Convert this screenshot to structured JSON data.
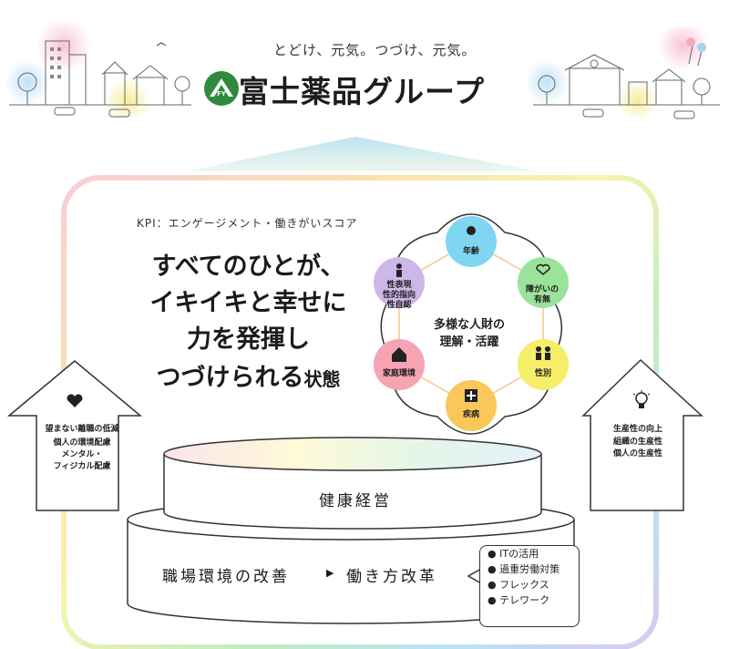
{
  "header": {
    "tagline": "とどけ、元気。つづけ、元気。",
    "brand": "富士薬品グループ",
    "logo_text": "FY"
  },
  "kpi": "KPI：エンゲージメント・働きがいスコア",
  "headline": {
    "line1": "すべてのひとが、",
    "line2": "イキイキと幸せに",
    "line3": "力を発揮し",
    "line4a": "つづけられる",
    "line4b": "状態"
  },
  "diversity": {
    "center_line1": "多様な人財の",
    "center_line2": "理解・活躍",
    "petals": [
      {
        "label": "年齢",
        "icon": "clock-icon",
        "color": "#7fd6f2"
      },
      {
        "label": "障がいの有無",
        "icon": "heart-hands-icon",
        "color": "#9be39a"
      },
      {
        "label": "性別",
        "icon": "people-icon",
        "color": "#f5ee68"
      },
      {
        "label": "疾病",
        "icon": "cross-icon",
        "color": "#f9c75a"
      },
      {
        "label": "家庭環境",
        "icon": "house-icon",
        "color": "#f6a3b4"
      },
      {
        "label": "性表現 性的指向 性自認",
        "icon": "person-icon",
        "color": "#cdb6ea"
      }
    ]
  },
  "left_arrow": {
    "icon": "heart-icon",
    "line1": "望まない離職の低減",
    "line2": "個人の環境配慮",
    "line3": "メンタル・",
    "line4": "フィジカル配慮"
  },
  "right_arrow": {
    "icon": "lightbulb-icon",
    "line1": "生産性の向上",
    "line2": "組織の生産性",
    "line3": "個人の生産性"
  },
  "tiers": {
    "upper": "健康経営",
    "lower_left": "職場環境の改善",
    "lower_arrow": "▶",
    "lower_right": "働き方改革",
    "bullets": [
      "ITの活用",
      "過重労働対策",
      "フレックス",
      "テレワーク"
    ]
  },
  "colors": {
    "rainbow": [
      "#f7b6c8",
      "#f8d48a",
      "#f3ee8f",
      "#a8e6a0",
      "#98d8f0",
      "#c7b3ec"
    ],
    "logo_green": "#2f8a3c"
  }
}
